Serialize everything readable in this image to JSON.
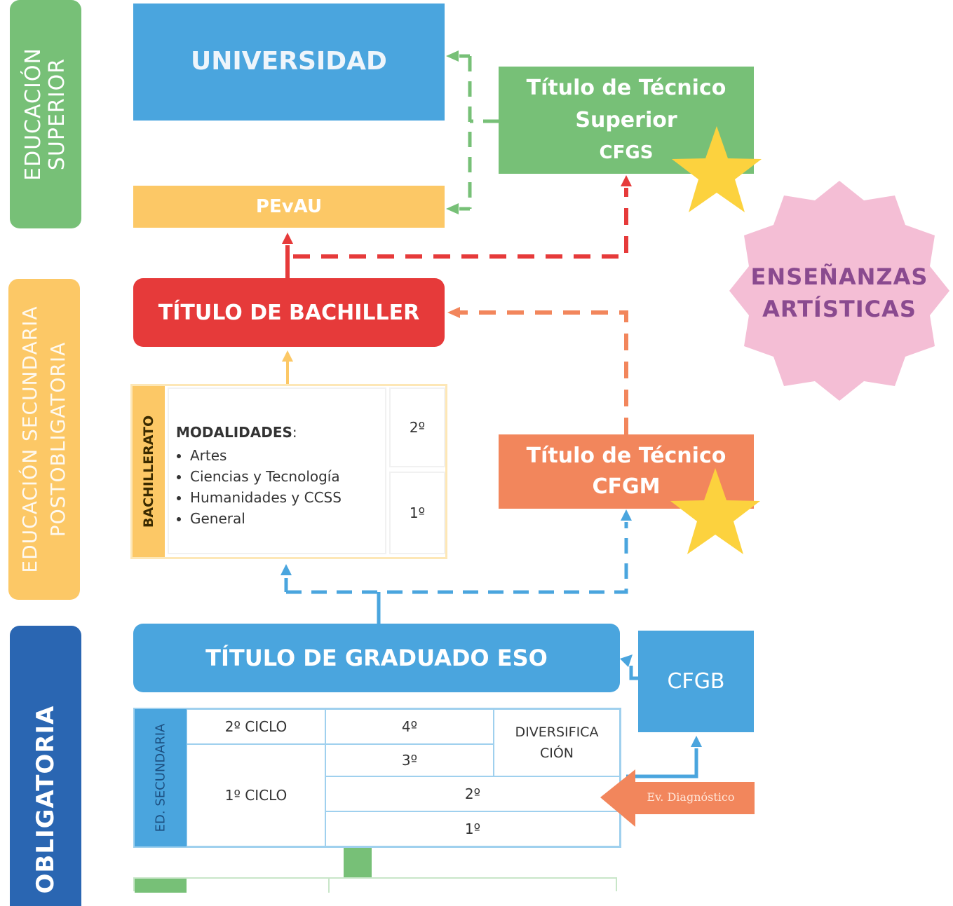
{
  "colors": {
    "green": "#77c077",
    "blue": "#4aa5de",
    "yellow": "#fcc866",
    "red": "#e63a3a",
    "orange": "#f2865c",
    "darkblue": "#2a66b2",
    "pink": "#f4bed5",
    "pinkText": "#8a4a8f",
    "star": "#fcd23e"
  },
  "sections": {
    "superior": "EDUCACIÓN SUPERIOR",
    "post_line1": "EDUCACIÓN SECUNDARIA",
    "post_line2": "POSTOBLIGATORIA",
    "obligatoria": "OBLIGATORIA"
  },
  "boxes": {
    "universidad": "UNIVERSIDAD",
    "pevau": "PEvAU",
    "tecnico_superior": [
      "Título de Técnico",
      "Superior",
      "CFGS"
    ],
    "bachiller": "TÍTULO DE BACHILLER",
    "tecnico_medio": [
      "Título de Técnico",
      "CFGM"
    ],
    "graduado": "TÍTULO DE GRADUADO ESO",
    "cfgb": "CFGB",
    "ev_diagnostico": "Ev. Diagnóstico"
  },
  "bachillerato": {
    "label": "BACHILLERATO",
    "modalidades_title": "MODALIDADES",
    "modalidades": [
      "Artes",
      "Ciencias y Tecnología",
      "Humanidades y CCSS",
      "General"
    ],
    "courses": [
      "2º",
      "1º"
    ]
  },
  "eso": {
    "label": "ED. SECUNDARIA",
    "ciclo2": "2º CICLO",
    "ciclo1": "1º CICLO",
    "c4": "4º",
    "c3": "3º",
    "c2": "2º",
    "c1": "1º",
    "diversificacion": [
      "DIVERSIFICA",
      "CIÓN"
    ]
  },
  "badge": [
    "ENSEÑANZAS",
    "ARTÍSTICAS"
  ]
}
